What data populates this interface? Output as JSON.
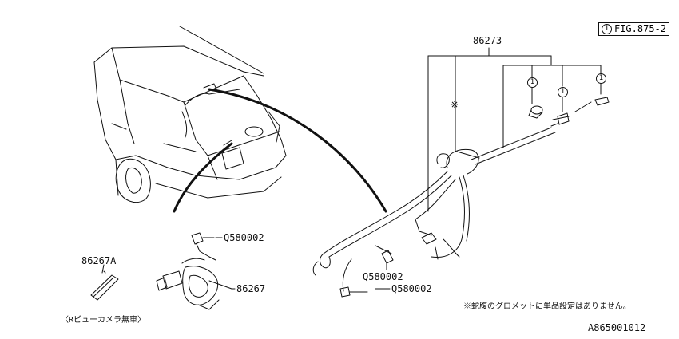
{
  "fig_ref": {
    "circle": "1",
    "label": "FIG.875-2"
  },
  "callouts": {
    "harness_main": "86273",
    "connector_top": "Q580002",
    "garnish": "86267A",
    "camera": "86267",
    "connector_mid": "Q580002",
    "connector_bottom": "Q580002",
    "ref_circle": "1",
    "asterisk": "※"
  },
  "notes": {
    "camera_condition": "〈Rビューカメラ無車〉",
    "grommet_note": "※蛇腹のグロメットに単品設定はありません。"
  },
  "diagram_code": "A865001012",
  "colors": {
    "line": "#111111",
    "background": "#ffffff"
  }
}
